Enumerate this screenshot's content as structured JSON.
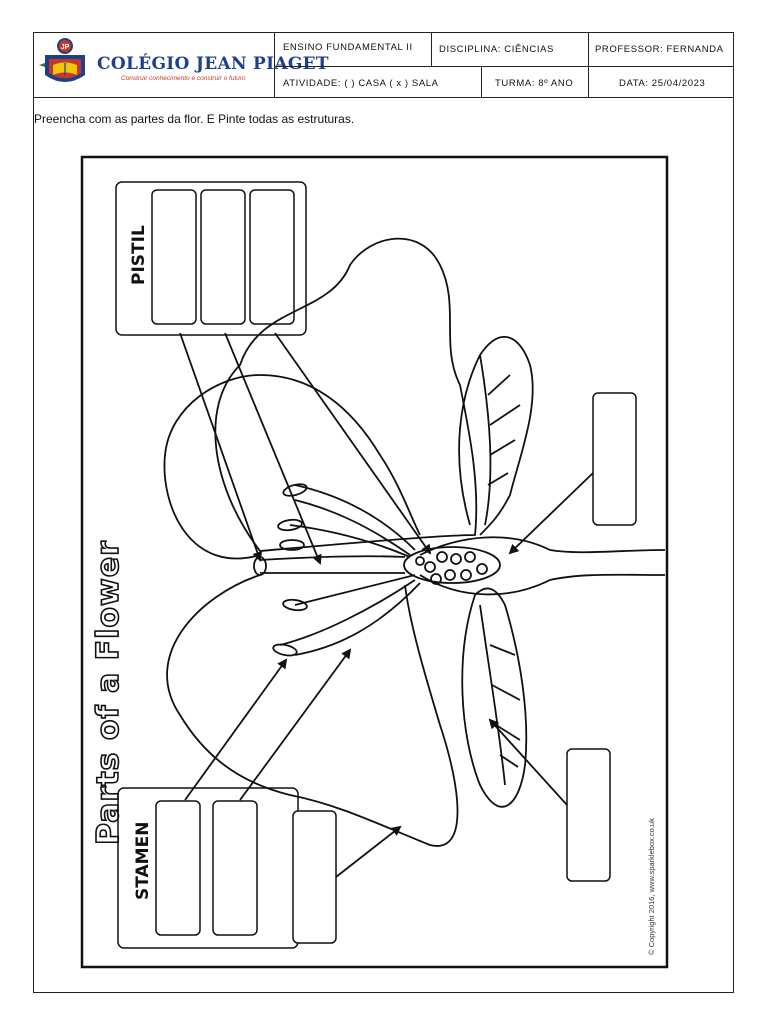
{
  "header": {
    "school_name": "COLÉGIO JEAN PIAGET",
    "school_slogan": "Construir conhecimento é construir o futuro",
    "logo_monogram": "JP",
    "level": "ENSINO FUNDAMENTAL II",
    "subject": "DISCIPLINA: CIÊNCIAS",
    "teacher": "PROFESSOR: FERNANDA",
    "activity": "ATIVIDADE: (    ) CASA (  x  ) SALA",
    "class_group": "TURMA: 8º ANO",
    "date": "DATA: 25/04/2023"
  },
  "instruction": "Preencha com as partes da flor. E Pinte todas as estruturas.",
  "worksheet": {
    "title": "Parts of a Flower",
    "pistil_label": "PISTIL",
    "stamen_label": "STAMEN",
    "copyright": "© Copyright 2016, www.sparklebox.co.uk"
  }
}
